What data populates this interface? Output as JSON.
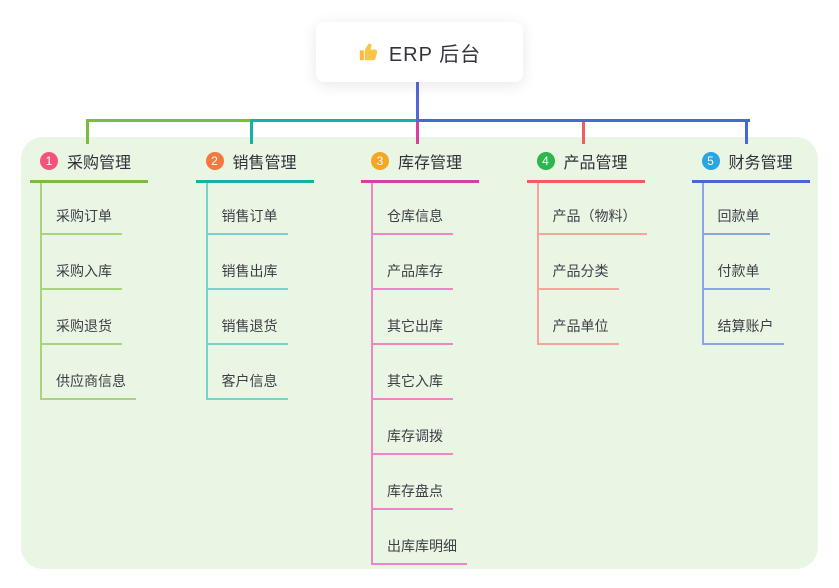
{
  "root": {
    "title": "ERP 后台",
    "icon": "thumbs-up-icon",
    "line_color": "#5566d6"
  },
  "panel": {
    "background": "#eaf6e4"
  },
  "branches": [
    {
      "number": "1",
      "label": "采购管理",
      "badge_color": "#f4547c",
      "line_color": "#7cbb3f",
      "child_line_color": "#a9d37f",
      "children": [
        "采购订单",
        "采购入库",
        "采购退货",
        "供应商信息"
      ]
    },
    {
      "number": "2",
      "label": "销售管理",
      "badge_color": "#f3793f",
      "line_color": "#13b2a2",
      "child_line_color": "#7bd0c8",
      "children": [
        "销售订单",
        "销售出库",
        "销售退货",
        "客户信息"
      ]
    },
    {
      "number": "3",
      "label": "库存管理",
      "badge_color": "#f5a623",
      "line_color": "#d8409f",
      "child_line_color": "#ef85c6",
      "children": [
        "仓库信息",
        "产品库存",
        "其它出库",
        "其它入库",
        "库存调拨",
        "库存盘点",
        "出库库明细"
      ]
    },
    {
      "number": "4",
      "label": "产品管理",
      "badge_color": "#2db54e",
      "line_color": "#f25c5c",
      "child_line_color": "#f8a39c",
      "children": [
        "产品（物料）",
        "产品分类",
        "产品单位"
      ]
    },
    {
      "number": "5",
      "label": "财务管理",
      "badge_color": "#29a5df",
      "line_color": "#4867d6",
      "child_line_color": "#8ba3e8",
      "children": [
        "回款单",
        "付款单",
        "结算账户"
      ]
    }
  ]
}
